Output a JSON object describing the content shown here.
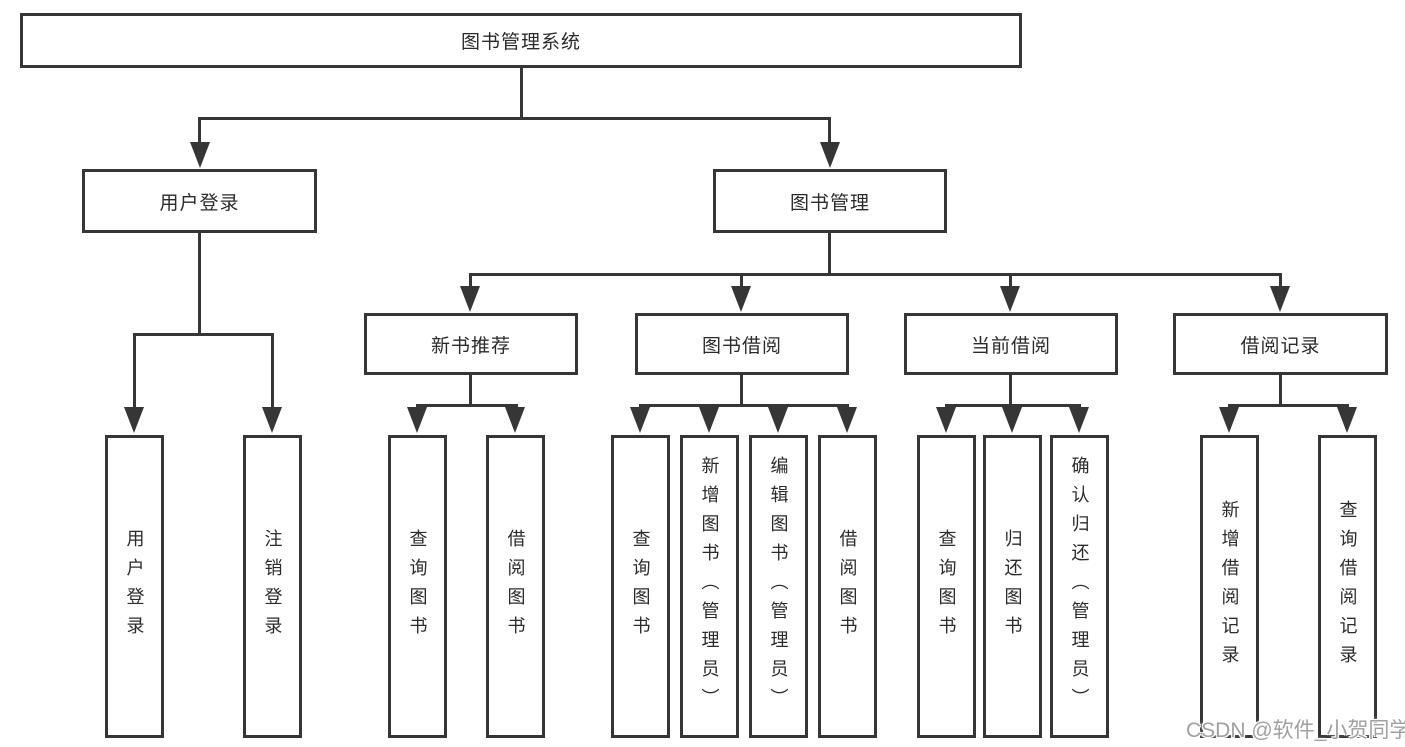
{
  "diagram": {
    "type": "hierarchy-tree",
    "line_color": "#363636",
    "box_background": "#ffffff",
    "text_color": "#2b2b2b",
    "root": {
      "label": "图书管理系统"
    },
    "level2": [
      {
        "label": "用户登录",
        "parent": "图书管理系统"
      },
      {
        "label": "图书管理",
        "parent": "图书管理系统"
      }
    ],
    "level3": [
      {
        "label": "新书推荐",
        "parent": "图书管理"
      },
      {
        "label": "图书借阅",
        "parent": "图书管理"
      },
      {
        "label": "当前借阅",
        "parent": "图书管理"
      },
      {
        "label": "借阅记录",
        "parent": "图书管理"
      }
    ],
    "leaves": [
      {
        "label": "用户登录",
        "parent": "用户登录"
      },
      {
        "label": "注销登录",
        "parent": "用户登录"
      },
      {
        "label": "查询图书",
        "parent": "新书推荐"
      },
      {
        "label": "借阅图书",
        "parent": "新书推荐"
      },
      {
        "label": "查询图书",
        "parent": "图书借阅"
      },
      {
        "label": "新增图书（管理员）",
        "parent": "图书借阅"
      },
      {
        "label": "编辑图书（管理员）",
        "parent": "图书借阅"
      },
      {
        "label": "借阅图书",
        "parent": "图书借阅"
      },
      {
        "label": "查询图书",
        "parent": "当前借阅"
      },
      {
        "label": "归还图书",
        "parent": "当前借阅"
      },
      {
        "label": "确认归还（管理员）",
        "parent": "当前借阅"
      },
      {
        "label": "新增借阅记录",
        "parent": "借阅记录"
      },
      {
        "label": "查询借阅记录",
        "parent": "借阅记录"
      }
    ]
  },
  "watermark": {
    "text": "CSDN @软件_小贺同学",
    "color": "#a0a0a0"
  }
}
